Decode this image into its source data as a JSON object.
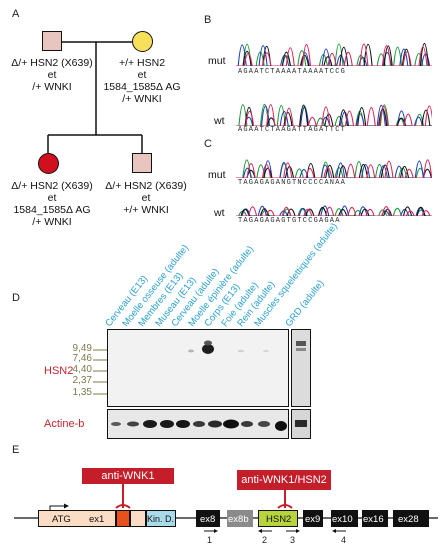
{
  "panels": {
    "a": "A",
    "b": "B",
    "c": "C",
    "d": "D",
    "e": "E"
  },
  "pedigree": {
    "father": [
      "Δ/+ HSN2 (X639)",
      "et",
      "/+ WNKI"
    ],
    "mother": [
      "+/+ HSN2",
      "et",
      "1584_1585Δ AG",
      "/+ WNKI"
    ],
    "daughter": [
      "Δ/+ HSN2 (X639)",
      "et",
      "1584_1585Δ AG",
      "/+ WNKI"
    ],
    "son": [
      "Δ/+ HSN2 (X639)",
      "et",
      "+/+ WNKI"
    ]
  },
  "sequencing": {
    "b_mut_label": "mut",
    "b_mut_seq": "AGAATCTAAAATAAAATCCG",
    "b_wt_label": "wt",
    "b_wt_seq": "AGAATCTAAGATTAGATTCT",
    "c_mut_label": "mut",
    "c_mut_seq": "TAGAGAGANGTNCCCCANAA",
    "c_wt_label": "wt",
    "c_wt_seq": "TAGAGAGAGTGTCCGAGAA"
  },
  "blot": {
    "lanes": [
      "Cerveau (E13)",
      "Moelle osseuse (adulte)",
      "Membres (E13)",
      "Museau (E13)",
      "Cerveau (adulte)",
      "Moelle épinière (adulte)",
      "Corps (E13)",
      "Foie (adulte)",
      "Rein (adulte)",
      "Muscles squelettiques (adulte)",
      "GRD (adulte)"
    ],
    "markers": [
      "9,49",
      "7,46",
      "4,40",
      "2,37",
      "1,35"
    ],
    "hsn2_label": "HSN2",
    "actin_label": "Actine-b"
  },
  "gene": {
    "atg": "ATG",
    "ex1": "ex1",
    "kin": "Kin. D.",
    "ex8": "ex8",
    "ex8b": "ex8b",
    "hsn2": "HSN2",
    "ex9": "ex9",
    "ex10": "ex10",
    "ex16": "ex16",
    "ex28": "ex28",
    "anti_wnk1": "anti-WNK1",
    "anti_wnk1_hsn2": "anti-WNK1/HSN2",
    "primers": [
      "1",
      "2",
      "3",
      "4"
    ]
  },
  "colors": {
    "male_fill": "#e8c6bf",
    "female_affected": "#d0101e",
    "female_carrier": "#f7e05a",
    "anti_red": "#c41e2a",
    "lane_blue": "#2aa0cf",
    "hsn2_green": "#b7d43c",
    "kin_blue": "#a9dbea",
    "exon1_peach": "#fbdcc4"
  }
}
